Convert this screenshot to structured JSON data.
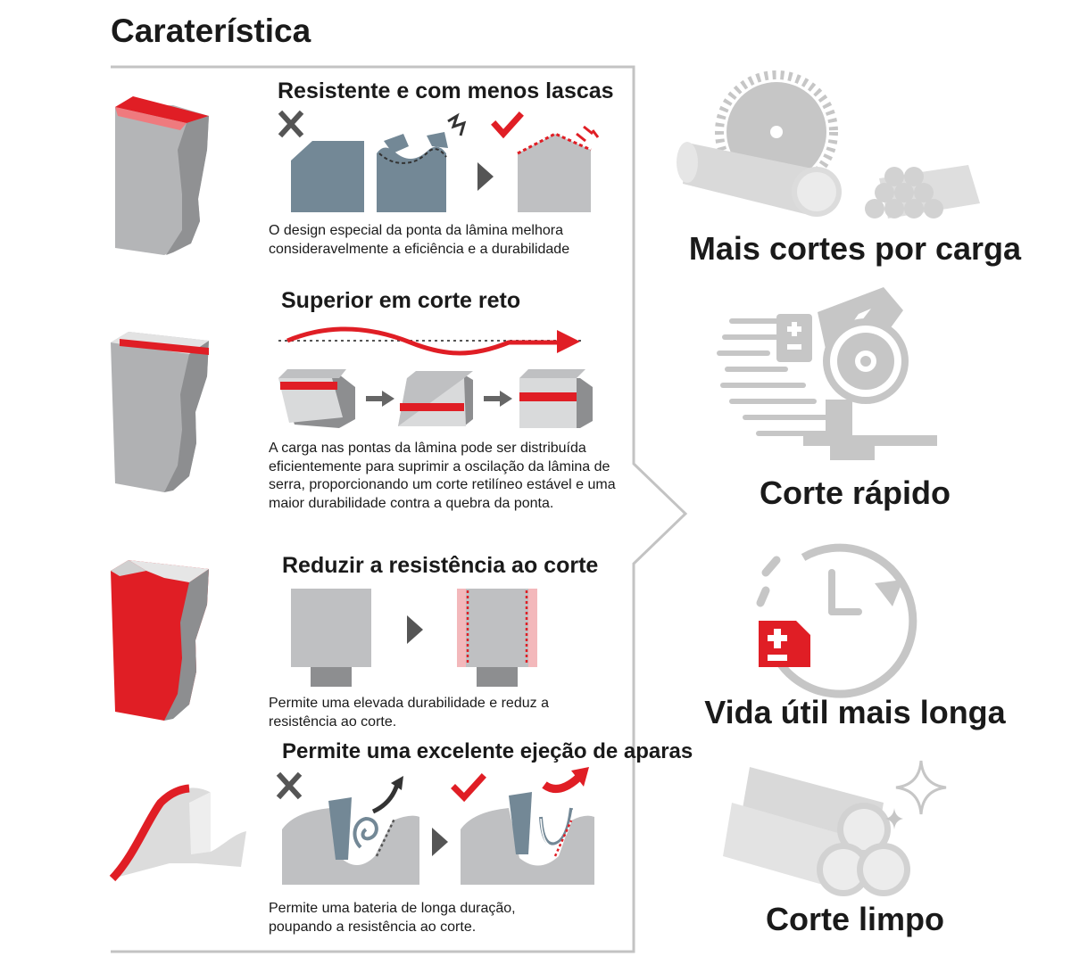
{
  "title": "Caraterística",
  "features": [
    {
      "heading": "Resistente e com menos lascas",
      "description": "O design especial da ponta da lâmina melhora consideravelmente a eficiência e a durabilidade"
    },
    {
      "heading": "Superior em corte reto",
      "description": "A carga nas pontas da lâmina pode ser distribuída eficientemente para suprimir a oscilação da lâmina de serra, proporcionando um corte retilíneo estável e uma maior durabilidade contra a quebra da ponta."
    },
    {
      "heading": "Reduzir a resistência ao corte",
      "description": "Permite uma elevada durabilidade e reduz a resistência ao corte."
    },
    {
      "heading": "Permite uma excelente ejeção de aparas",
      "description": "Permite uma bateria de longa duração, poupando a resistência ao corte."
    }
  ],
  "benefits": [
    {
      "label": "Mais cortes por carga",
      "icon": "saw-blade-pipes-icon"
    },
    {
      "label": "Corte rápido",
      "icon": "miter-saw-speed-icon"
    },
    {
      "label": "Vida útil mais longa",
      "icon": "clock-battery-icon"
    },
    {
      "label": "Corte limpo",
      "icon": "clean-pipes-sparkle-icon"
    }
  ],
  "colors": {
    "accent_red": "#e01e25",
    "panel_border": "#bdbdbd",
    "slate": "#738896",
    "light_gray": "#bfc0c2",
    "icon_gray": "#c6c6c6",
    "text": "#1a1a1a"
  }
}
